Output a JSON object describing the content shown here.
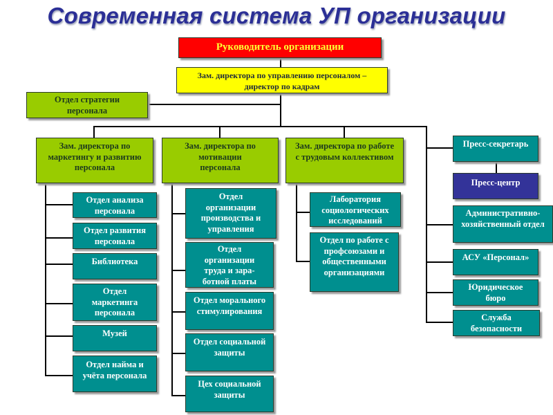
{
  "title": "Современная система УП организации",
  "colors": {
    "title": "#2b2f96",
    "head": "#ff0000",
    "head_text": "#ffff33",
    "deputy_hr": "#ffff00",
    "deputy": "#99cc00",
    "department": "#008f8f",
    "press_center": "#333399",
    "connector": "#000000"
  },
  "org": {
    "head": "Руководитель организации",
    "hr_director": "Зам. директора по управлению персоналом –\nдиректор по кадрам",
    "strategy_dept": "Отдел стратегии\nперсонала",
    "deputies": [
      {
        "label": "Зам. директора по\nмаркетингу и развитию\nперсонала",
        "children": [
          "Отдел анализа\nперсонала",
          "Отдел развития\nперсонала",
          "Библиотека",
          "Отдел\nмаркетинга\nперсонала",
          "Музей",
          "Отдел найма и\nучёта персонала"
        ]
      },
      {
        "label": "Зам. директора по\nмотивации\nперсонала",
        "children": [
          "Отдел\nорганизации\nпроизводства и\nуправления",
          "Отдел\nорганизации\nтруда и зара-\nботной платы",
          "Отдел морального\nстимулирования",
          "Отдел социальной\nзащиты",
          "Цех социальной\nзащиты"
        ]
      },
      {
        "label": "Зам. директора по работе\nс трудовым коллективом",
        "children": [
          "Лаборатория\nсоциологических\nисследований",
          "Отдел по работе с\nпрофсоюзами и\nобщественными\nорганизациями"
        ]
      }
    ],
    "right_units": {
      "press_secretary": "Пресс-секретарь",
      "press_center": "Пресс-центр",
      "others": [
        "Административно-\nхозяйственный отдел",
        "АСУ «Персонал»",
        "Юридическое\nбюро",
        "Служба\nбезопасности"
      ]
    }
  }
}
